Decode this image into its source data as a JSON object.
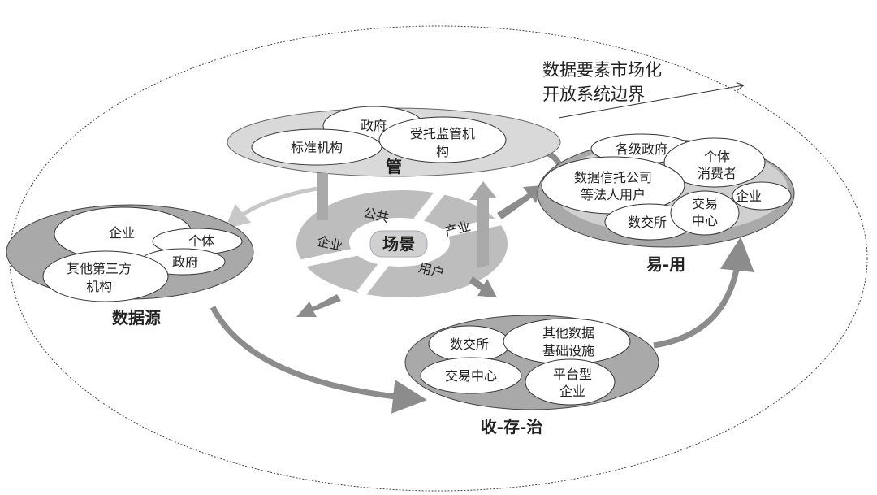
{
  "boundary": {
    "line1": "数据要素市场化",
    "line2": "开放系统边界"
  },
  "governance": {
    "label": "管",
    "members": [
      "政府",
      "标准机构",
      "受托监管机"
    ],
    "member_extra": "构"
  },
  "scenario": {
    "center": "场景",
    "segments": [
      "公共",
      "产业",
      "企业",
      "用户"
    ]
  },
  "source": {
    "label": "数据源",
    "members": [
      "企业",
      "个体",
      "政府",
      "其他第三方",
      "机构"
    ]
  },
  "use": {
    "label": "易-用",
    "members": [
      "各级政府",
      "个体",
      "消费者",
      "数据信托公司",
      "等法人用户",
      "企业",
      "交易",
      "中心",
      "数交所"
    ]
  },
  "storage": {
    "label": "收-存-治",
    "members": [
      "数交所",
      "其他数据",
      "基础设施",
      "交易中心",
      "平台型",
      "企业"
    ]
  },
  "colors": {
    "ring": "#bdbdbd",
    "dark": "#a9a9a9",
    "light": "#d9d9d9",
    "arrow": "#8c8c8c"
  }
}
